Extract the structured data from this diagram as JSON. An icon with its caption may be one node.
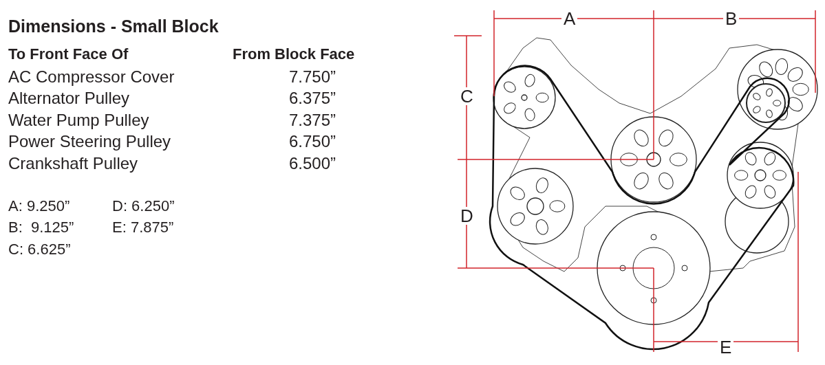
{
  "diagram": {
    "title": "Dimensions - Small Block",
    "nodes": [
      {
        "text": [],
        "shape": "picture"
      }
    ],
    "edges": [],
    "labels": [
      "To Front Face Of",
      "From Block Face",
      "AC Compressor Cover",
      "7.750”",
      "Alternator Pulley",
      "6.375”",
      "Water Pump Pulley",
      "7.375”",
      "Power Steering Pulley",
      "6.750”",
      "Crankshaft Pulley",
      "6.500”",
      "A: 9.250”",
      "D: 6.250”",
      "B:  9.125”",
      "E: 7.875”",
      "C: 6.625”",
      "A",
      "B",
      "C",
      "D",
      "E"
    ]
  }
}
